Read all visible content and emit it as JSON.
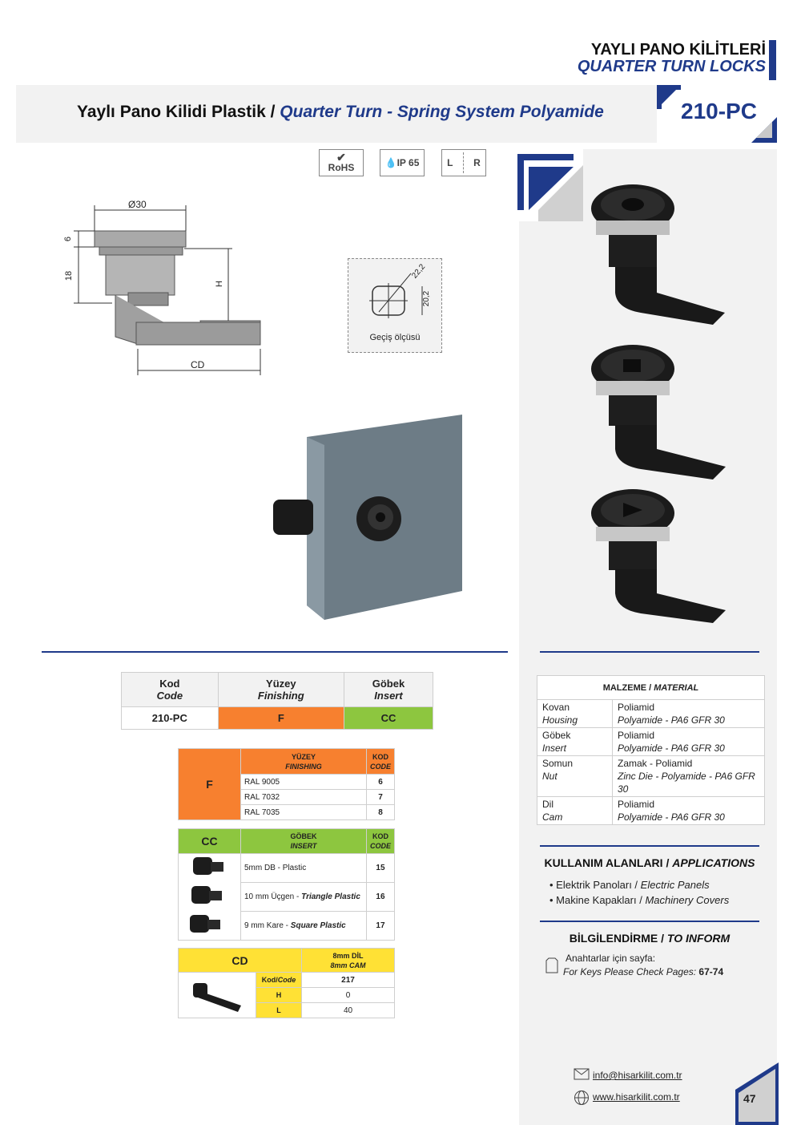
{
  "header": {
    "category_tr": "YAYLI PANO KİLİTLERİ",
    "category_en": "QUARTER TURN LOCKS",
    "title_tr": "Yaylı Pano Kilidi Plastik /",
    "title_en": "Quarter Turn - Spring System Polyamide",
    "product_code": "210-PC"
  },
  "certs": {
    "rohs": "RoHS",
    "ip": "IP 65",
    "l": "L",
    "r": "R"
  },
  "drawing": {
    "dia": "Ø30",
    "dim6": "6",
    "dim18": "18",
    "dimH": "H",
    "dimCD": "CD",
    "pass_a": "22,2",
    "pass_b": "20,2",
    "pass_label": "Geçiş ölçüsü"
  },
  "code_table": {
    "headers": [
      {
        "tr": "Kod",
        "en": "Code"
      },
      {
        "tr": "Yüzey",
        "en": "Finishing"
      },
      {
        "tr": "Göbek",
        "en": "Insert"
      }
    ],
    "row": [
      "210-PC",
      "F",
      "CC"
    ],
    "colors": {
      "finishing": "#f7802f",
      "insert": "#8dc63f"
    }
  },
  "finishing": {
    "letter": "F",
    "header_tr": "YÜZEY",
    "header_en": "FINISHING",
    "kod_tr": "KOD",
    "kod_en": "CODE",
    "rows": [
      {
        "name": "RAL 9005",
        "code": "6"
      },
      {
        "name": "RAL 7032",
        "code": "7"
      },
      {
        "name": "RAL 7035",
        "code": "8"
      }
    ]
  },
  "insert": {
    "letter": "CC",
    "header_tr": "GÖBEK",
    "header_en": "INSERT",
    "kod_tr": "KOD",
    "kod_en": "CODE",
    "rows": [
      {
        "name": "5mm DB - Plastic",
        "name_tr": "",
        "name_en": "",
        "code": "15"
      },
      {
        "name": "",
        "name_tr": "10 mm Üçgen - ",
        "name_en": "Triangle Plastic",
        "code": "16"
      },
      {
        "name": "",
        "name_tr": "9 mm Kare - ",
        "name_en": "Square Plastic",
        "code": "17"
      }
    ]
  },
  "cam": {
    "letter": "CD",
    "header_tr": "8mm DİL",
    "header_en": "8mm CAM",
    "rows": [
      {
        "label_tr": "Kod/",
        "label_en": "Code",
        "value": "217"
      },
      {
        "label_tr": "H",
        "label_en": "",
        "value": "0"
      },
      {
        "label_tr": "L",
        "label_en": "",
        "value": "40"
      }
    ]
  },
  "material": {
    "title_tr": "MALZEME /",
    "title_en": "MATERIAL",
    "rows": [
      {
        "part_tr": "Kovan",
        "part_en": "Housing",
        "mat_tr": "Poliamid",
        "mat_en": "Polyamide - PA6 GFR 30"
      },
      {
        "part_tr": "Göbek",
        "part_en": "Insert",
        "mat_tr": "Poliamid",
        "mat_en": "Polyamide - PA6 GFR 30"
      },
      {
        "part_tr": "Somun",
        "part_en": "Nut",
        "mat_tr": "Zamak - Poliamid",
        "mat_en": "Zinc Die - Polyamide - PA6 GFR 30"
      },
      {
        "part_tr": "Dil",
        "part_en": "Cam",
        "mat_tr": "Poliamid",
        "mat_en": "Polyamide - PA6 GFR 30"
      }
    ]
  },
  "applications": {
    "title_tr": "KULLANIM ALANLARI /",
    "title_en": "APPLICATIONS",
    "items": [
      {
        "tr": "• Elektrik Panoları / ",
        "en": "Electric Panels"
      },
      {
        "tr": "• Makine Kapakları / ",
        "en": "Machinery Covers"
      }
    ]
  },
  "inform": {
    "title_tr": "BİLGİLENDİRME /",
    "title_en": "TO INFORM",
    "line1": "Anahtarlar için sayfa:",
    "line2": "For Keys Please Check Pages: ",
    "pages": "67-74"
  },
  "footer": {
    "email": "info@hisarkilit.com.tr",
    "web": "www.hisarkilit.com.tr",
    "page": "47"
  }
}
